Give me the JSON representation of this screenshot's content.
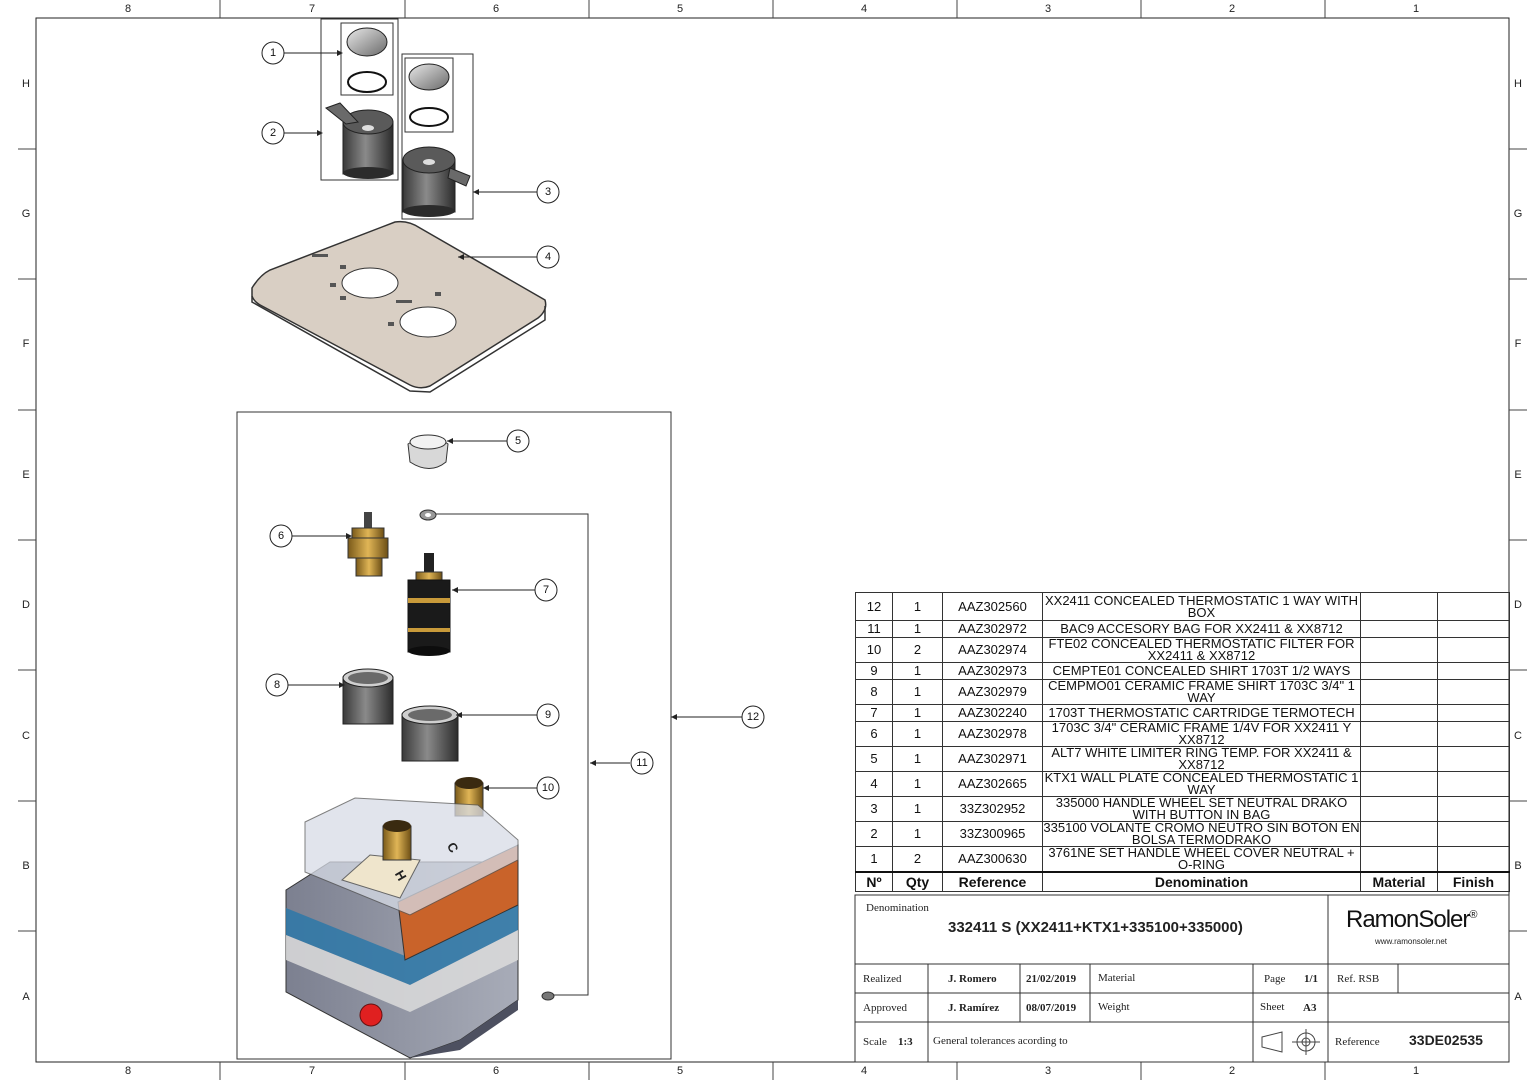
{
  "zones": {
    "columns": [
      "8",
      "7",
      "6",
      "5",
      "4",
      "3",
      "2",
      "1"
    ],
    "rows": [
      "H",
      "G",
      "F",
      "E",
      "D",
      "C",
      "B",
      "A"
    ]
  },
  "callouts": [
    "1",
    "2",
    "3",
    "4",
    "5",
    "6",
    "7",
    "8",
    "9",
    "10",
    "11",
    "12"
  ],
  "bom": {
    "headers": {
      "no": "Nº",
      "qty": "Qty",
      "reference": "Reference",
      "denomination": "Denomination",
      "material": "Material",
      "finish": "Finish"
    },
    "rows": [
      {
        "no": "12",
        "qty": "1",
        "ref": "AAZ302560",
        "desc": "XX2411 CONCEALED THERMOSTATIC 1 WAY WITH BOX"
      },
      {
        "no": "11",
        "qty": "1",
        "ref": "AAZ302972",
        "desc": "BAC9 ACCESORY BAG FOR XX2411 & XX8712"
      },
      {
        "no": "10",
        "qty": "2",
        "ref": "AAZ302974",
        "desc": "FTE02 CONCEALED THERMOSTATIC FILTER FOR XX2411 & XX8712"
      },
      {
        "no": "9",
        "qty": "1",
        "ref": "AAZ302973",
        "desc": "CEMPTE01 CONCEALED SHIRT 1703T 1/2 WAYS"
      },
      {
        "no": "8",
        "qty": "1",
        "ref": "AAZ302979",
        "desc": "CEMPMO01 CERAMIC FRAME SHIRT 1703C 3/4\" 1 WAY"
      },
      {
        "no": "7",
        "qty": "1",
        "ref": "AAZ302240",
        "desc": "1703T THERMOSTATIC CARTRIDGE TERMOTECH"
      },
      {
        "no": "6",
        "qty": "1",
        "ref": "AAZ302978",
        "desc": "1703C 3/4\" CERAMIC FRAME 1/4V FOR XX2411 Y XX8712"
      },
      {
        "no": "5",
        "qty": "1",
        "ref": "AAZ302971",
        "desc": "ALT7 WHITE LIMITER RING TEMP. FOR XX2411 & XX8712"
      },
      {
        "no": "4",
        "qty": "1",
        "ref": "AAZ302665",
        "desc": "KTX1 WALL PLATE CONCEALED THERMOSTATIC 1 WAY"
      },
      {
        "no": "3",
        "qty": "1",
        "ref": "33Z302952",
        "desc": "335000 HANDLE WHEEL SET NEUTRAL DRAKO WITH BUTTON IN BAG"
      },
      {
        "no": "2",
        "qty": "1",
        "ref": "33Z300965",
        "desc": "335100 VOLANTE CROMO NEUTRO SIN BOTON EN BOLSA TERMODRAKO"
      },
      {
        "no": "1",
        "qty": "2",
        "ref": "AAZ300630",
        "desc": "3761NE SET HANDLE WHEEL COVER NEUTRAL + O-RING"
      }
    ]
  },
  "title_block": {
    "denomination_label": "Denomination",
    "denomination": "332411 S (XX2411+KTX1+335100+335000)",
    "brand": "RamonSoler",
    "brand_mark": "®",
    "website": "www.ramonsoler.net",
    "realized_label": "Realized",
    "realized_by": "J. Romero",
    "realized_date": "21/02/2019",
    "approved_label": "Approved",
    "approved_by": "J. Ramírez",
    "approved_date": "08/07/2019",
    "material_label": "Material",
    "weight_label": "Weight",
    "page_label": "Page",
    "page_value": "1/1",
    "sheet_label": "Sheet",
    "sheet_value": "A3",
    "ref_rsb": "Ref. RSB",
    "scale_label": "Scale",
    "scale_value": "1:3",
    "tolerances": "General tolerances acording to",
    "reference_label": "Reference",
    "reference_value": "33DE02535"
  },
  "part_labels": {
    "hot": "H",
    "cold": "C"
  },
  "colors": {
    "brass": "#c89a3a",
    "orange": "#c9632a",
    "blue": "#2d78a8",
    "plate": "#d9cfc4",
    "red": "#e02020"
  }
}
